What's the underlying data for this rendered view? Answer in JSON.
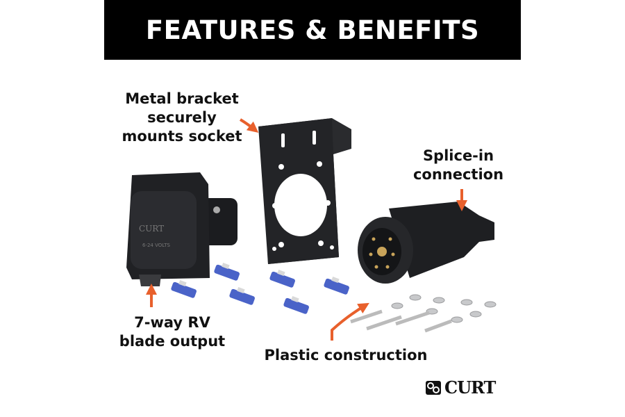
{
  "header": {
    "title": "FEATURES & BENEFITS"
  },
  "callouts": {
    "bracket": [
      "Metal bracket",
      "securely",
      "mounts socket"
    ],
    "splice": [
      "Splice-in",
      "connection"
    ],
    "blade": [
      "7-way RV",
      "blade output"
    ],
    "plastic": [
      "Plastic construction"
    ]
  },
  "product_markings": {
    "socket_brand": "CURT",
    "socket_voltage": "6-24 VOLTS"
  },
  "brand": {
    "logo_text": "CURT"
  },
  "colors": {
    "arrow": "#e8602c",
    "banner": "#000000",
    "connector_blue": "#4a63c8",
    "plastic_black": "#1e1f22"
  }
}
